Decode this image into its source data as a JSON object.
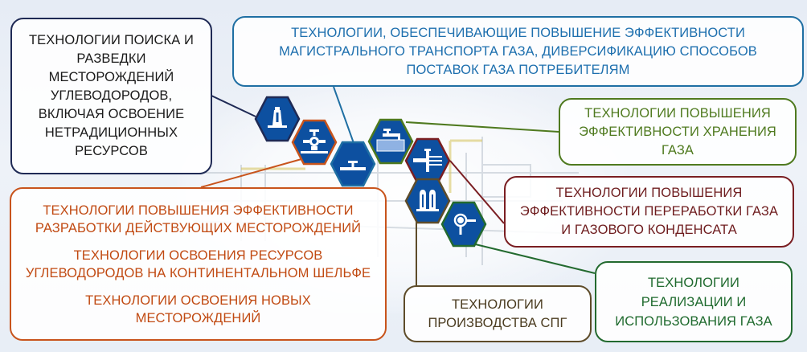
{
  "colors": {
    "hex_fill": "#0d50a0",
    "search": "#1f2a55",
    "transport": "#1f6fa3",
    "storage": "#4f7a1f",
    "processing": "#7a1e22",
    "production": "#c8541c",
    "lng": "#5e4c2a",
    "usage": "#236a2f"
  },
  "boxes": {
    "search": {
      "lines": [
        "ТЕХНОЛОГИИ ПОИСКА И",
        "РАЗВЕДКИ",
        "МЕСТОРОЖДЕНИЙ",
        "УГЛЕВОДОРОДОВ,",
        "ВКЛЮЧАЯ ОСВОЕНИЕ",
        "НЕТРАДИЦИОННЫХ",
        "РЕСУРСОВ"
      ]
    },
    "transport": {
      "lines": [
        "ТЕХНОЛОГИИ, ОБЕСПЕЧИВАЮЩИЕ ПОВЫШЕНИЕ ЭФФЕКТИВНОСТИ",
        "МАГИСТРАЛЬНОГО ТРАНСПОРТА ГАЗА, ДИВЕРСИФИКАЦИЮ СПОСОБОВ",
        "ПОСТАВОК ГАЗА ПОТРЕБИТЕЛЯМ"
      ]
    },
    "storage": {
      "lines": [
        "ТЕХНОЛОГИИ ПОВЫШЕНИЯ",
        "ЭФФЕКТИВНОСТИ ХРАНЕНИЯ",
        "ГАЗА"
      ]
    },
    "processing": {
      "lines": [
        "ТЕХНОЛОГИИ ПОВЫШЕНИЯ",
        "ЭФФЕКТИВНОСТИ ПЕРЕРАБОТКИ ГАЗА",
        "И ГАЗОВОГО КОНДЕНСАТА"
      ]
    },
    "production": {
      "paragraphs": [
        [
          "ТЕХНОЛОГИИ ПОВЫШЕНИЯ ЭФФЕКТИВНОСТИ",
          "РАЗРАБОТКИ ДЕЙСТВУЮЩИХ МЕСТОРОЖДЕНИЙ"
        ],
        [
          "ТЕХНОЛОГИИ ОСВОЕНИЯ РЕСУРСОВ",
          "УГЛЕВОДОРОДОВ НА КОНТИНЕНТАЛЬНОМ ШЕЛЬФЕ"
        ],
        [
          "ТЕХНОЛОГИИ ОСВОЕНИЯ НОВЫХ",
          "МЕСТОРОЖДЕНИЙ"
        ]
      ]
    },
    "lng": {
      "lines": [
        "ТЕХНОЛОГИИ",
        "ПРОИЗВОДСТВА СПГ"
      ]
    },
    "usage": {
      "lines": [
        "ТЕХНОЛОГИИ",
        "РЕАЛИЗАЦИИ И",
        "ИСПОЛЬЗОВАНИЯ ГАЗА"
      ]
    }
  },
  "icons": [
    {
      "id": "drilling-rig",
      "category": "search"
    },
    {
      "id": "valve",
      "category": "production"
    },
    {
      "id": "pipeline",
      "category": "transport"
    },
    {
      "id": "storage-tank",
      "category": "storage"
    },
    {
      "id": "processing-unit",
      "category": "processing"
    },
    {
      "id": "lng-tanks",
      "category": "lng"
    },
    {
      "id": "gas-usage",
      "category": "usage"
    }
  ]
}
